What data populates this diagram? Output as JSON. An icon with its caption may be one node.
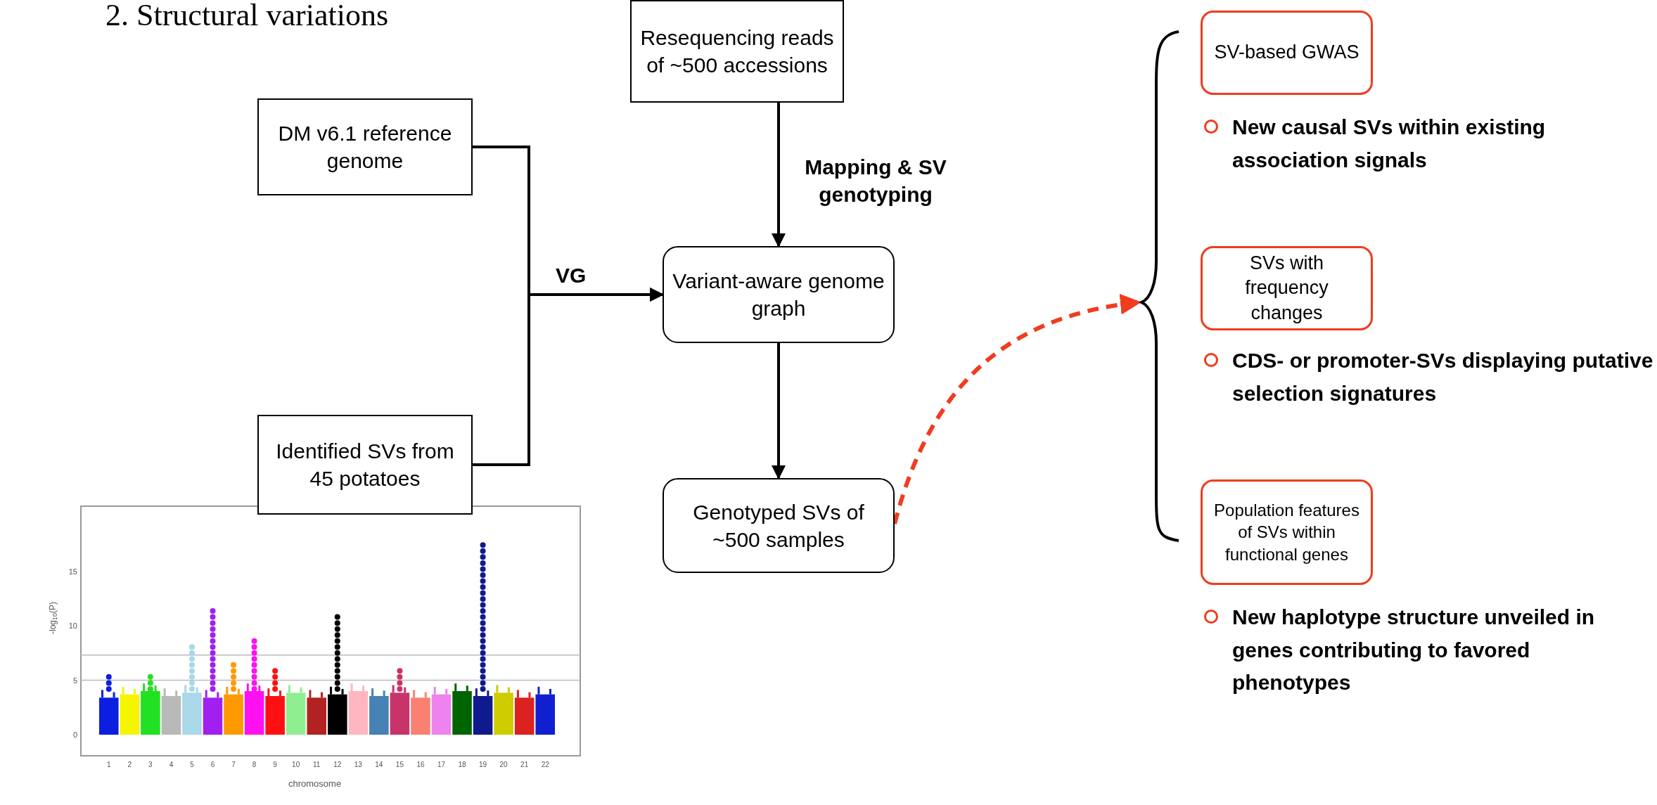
{
  "diagram": {
    "title": "2. Structural variations",
    "nodes": [
      {
        "text": [
          "DM v6.1 reference genome"
        ]
      },
      {
        "text": [
          "Identified SVs from 45 potatoes"
        ]
      },
      {
        "text": [
          "Resequencing reads of ~500 accessions"
        ]
      },
      {
        "text": [
          "Variant-aware genome graph"
        ]
      },
      {
        "text": [
          "Genotyped SVs of ~500 samples"
        ]
      },
      {
        "text": [
          "SV-based GWAS"
        ],
        "beside": [
          "New causal SVs within existing association signals"
        ]
      },
      {
        "text": [
          "SVs with frequency changes"
        ],
        "beside": [
          "CDS- or promoter-SVs displaying putative selection signatures"
        ]
      },
      {
        "text": [
          "Population features of SVs within functional genes"
        ],
        "beside": [
          "New haplotype structure unveiled in genes contributing to favored phenotypes"
        ]
      },
      {
        "text": [],
        "shape": "brace"
      }
    ],
    "edges": [
      {
        "from": 0,
        "to": 3,
        "arrow": "to",
        "label": "VG"
      },
      {
        "from": 1,
        "to": 3,
        "arrow": "to"
      },
      {
        "from": 2,
        "to": 3,
        "arrow": "to",
        "label": "Mapping & SV genotyping"
      },
      {
        "from": 3,
        "to": 4,
        "arrow": "to"
      },
      {
        "from": 4,
        "to": 8,
        "arrow": "to",
        "style": "dashed",
        "color": "#f03c1f"
      }
    ],
    "labels": [
      "15",
      "10",
      "5",
      "0",
      "-log$_{10}$(P)",
      "1",
      "2",
      "3",
      "4",
      "5",
      "6",
      "7",
      "8",
      "9",
      "10",
      "11",
      "12",
      "13",
      "14",
      "15",
      "16",
      "17",
      "18",
      "19",
      "20",
      "21",
      "22",
      "chromosome"
    ]
  }
}
